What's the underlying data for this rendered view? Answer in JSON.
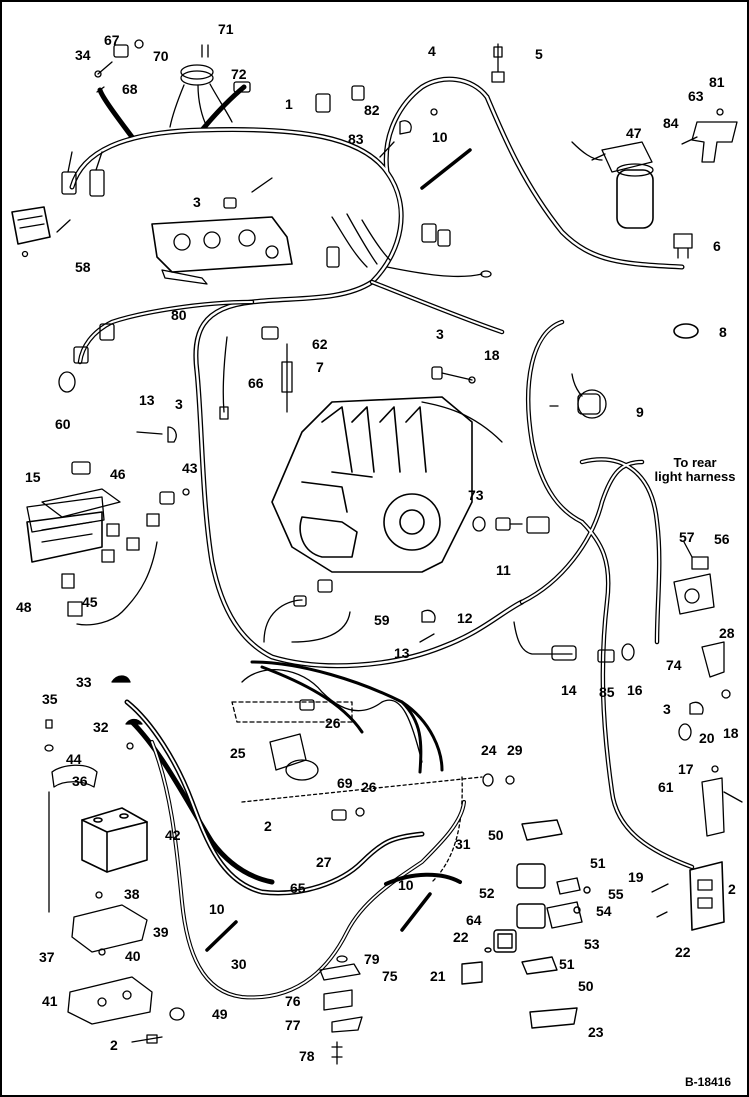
{
  "figure_id": "B-18416",
  "note": {
    "line1": "To rear",
    "line2": "light harness"
  },
  "colors": {
    "ink": "#000000",
    "paper": "#ffffff"
  },
  "callouts": [
    {
      "id": "c71",
      "text": "71"
    },
    {
      "id": "c67",
      "text": "67"
    },
    {
      "id": "c70",
      "text": "70"
    },
    {
      "id": "c34",
      "text": "34"
    },
    {
      "id": "c72",
      "text": "72"
    },
    {
      "id": "c68",
      "text": "68"
    },
    {
      "id": "c4",
      "text": "4"
    },
    {
      "id": "c5",
      "text": "5"
    },
    {
      "id": "c81",
      "text": "81"
    },
    {
      "id": "c63",
      "text": "63"
    },
    {
      "id": "c1",
      "text": "1"
    },
    {
      "id": "c82",
      "text": "82"
    },
    {
      "id": "c84",
      "text": "84"
    },
    {
      "id": "c47",
      "text": "47"
    },
    {
      "id": "c83",
      "text": "83"
    },
    {
      "id": "c10a",
      "text": "10"
    },
    {
      "id": "c3a",
      "text": "3"
    },
    {
      "id": "c6",
      "text": "6"
    },
    {
      "id": "c58",
      "text": "58"
    },
    {
      "id": "c80",
      "text": "80"
    },
    {
      "id": "c8",
      "text": "8"
    },
    {
      "id": "c3b",
      "text": "3"
    },
    {
      "id": "c62",
      "text": "62"
    },
    {
      "id": "c7",
      "text": "7"
    },
    {
      "id": "c18a",
      "text": "18"
    },
    {
      "id": "c66",
      "text": "66"
    },
    {
      "id": "c60",
      "text": "60"
    },
    {
      "id": "c9",
      "text": "9"
    },
    {
      "id": "c13a",
      "text": "13"
    },
    {
      "id": "c3c",
      "text": "3"
    },
    {
      "id": "c15",
      "text": "15"
    },
    {
      "id": "c46",
      "text": "46"
    },
    {
      "id": "c43",
      "text": "43"
    },
    {
      "id": "c73",
      "text": "73"
    },
    {
      "id": "c11",
      "text": "11"
    },
    {
      "id": "c57",
      "text": "57"
    },
    {
      "id": "c56",
      "text": "56"
    },
    {
      "id": "c48",
      "text": "48"
    },
    {
      "id": "c45",
      "text": "45"
    },
    {
      "id": "c59",
      "text": "59"
    },
    {
      "id": "c12",
      "text": "12"
    },
    {
      "id": "c28",
      "text": "28"
    },
    {
      "id": "c13b",
      "text": "13"
    },
    {
      "id": "c74",
      "text": "74"
    },
    {
      "id": "c33",
      "text": "33"
    },
    {
      "id": "c14",
      "text": "14"
    },
    {
      "id": "c85",
      "text": "85"
    },
    {
      "id": "c16",
      "text": "16"
    },
    {
      "id": "c35",
      "text": "35"
    },
    {
      "id": "c26a",
      "text": "26"
    },
    {
      "id": "c3d",
      "text": "3"
    },
    {
      "id": "c18b",
      "text": "18"
    },
    {
      "id": "c32",
      "text": "32"
    },
    {
      "id": "c25",
      "text": "25"
    },
    {
      "id": "c24",
      "text": "24"
    },
    {
      "id": "c29",
      "text": "29"
    },
    {
      "id": "c20",
      "text": "20"
    },
    {
      "id": "c44",
      "text": "44"
    },
    {
      "id": "c17",
      "text": "17"
    },
    {
      "id": "c61",
      "text": "61"
    },
    {
      "id": "c36",
      "text": "36"
    },
    {
      "id": "c69",
      "text": "69"
    },
    {
      "id": "c26b",
      "text": "26"
    },
    {
      "id": "c42",
      "text": "42"
    },
    {
      "id": "c2a",
      "text": "2"
    },
    {
      "id": "c31",
      "text": "31"
    },
    {
      "id": "c50a",
      "text": "50"
    },
    {
      "id": "c27",
      "text": "27"
    },
    {
      "id": "c51a",
      "text": "51"
    },
    {
      "id": "c65",
      "text": "65"
    },
    {
      "id": "c38",
      "text": "38"
    },
    {
      "id": "c10b",
      "text": "10"
    },
    {
      "id": "c52",
      "text": "52"
    },
    {
      "id": "c55",
      "text": "55"
    },
    {
      "id": "c19",
      "text": "19"
    },
    {
      "id": "c2b",
      "text": "2"
    },
    {
      "id": "c54",
      "text": "54"
    },
    {
      "id": "c10c",
      "text": "10"
    },
    {
      "id": "c64",
      "text": "64"
    },
    {
      "id": "c39",
      "text": "39"
    },
    {
      "id": "c22a",
      "text": "22"
    },
    {
      "id": "c53",
      "text": "53"
    },
    {
      "id": "c37",
      "text": "37"
    },
    {
      "id": "c40",
      "text": "40"
    },
    {
      "id": "c22b",
      "text": "22"
    },
    {
      "id": "c79",
      "text": "79"
    },
    {
      "id": "c30",
      "text": "30"
    },
    {
      "id": "c51b",
      "text": "51"
    },
    {
      "id": "c75",
      "text": "75"
    },
    {
      "id": "c21",
      "text": "21"
    },
    {
      "id": "c50b",
      "text": "50"
    },
    {
      "id": "c41",
      "text": "41"
    },
    {
      "id": "c76",
      "text": "76"
    },
    {
      "id": "c49",
      "text": "49"
    },
    {
      "id": "c23",
      "text": "23"
    },
    {
      "id": "c77",
      "text": "77"
    },
    {
      "id": "c2c",
      "text": "2"
    },
    {
      "id": "c78",
      "text": "78"
    }
  ]
}
